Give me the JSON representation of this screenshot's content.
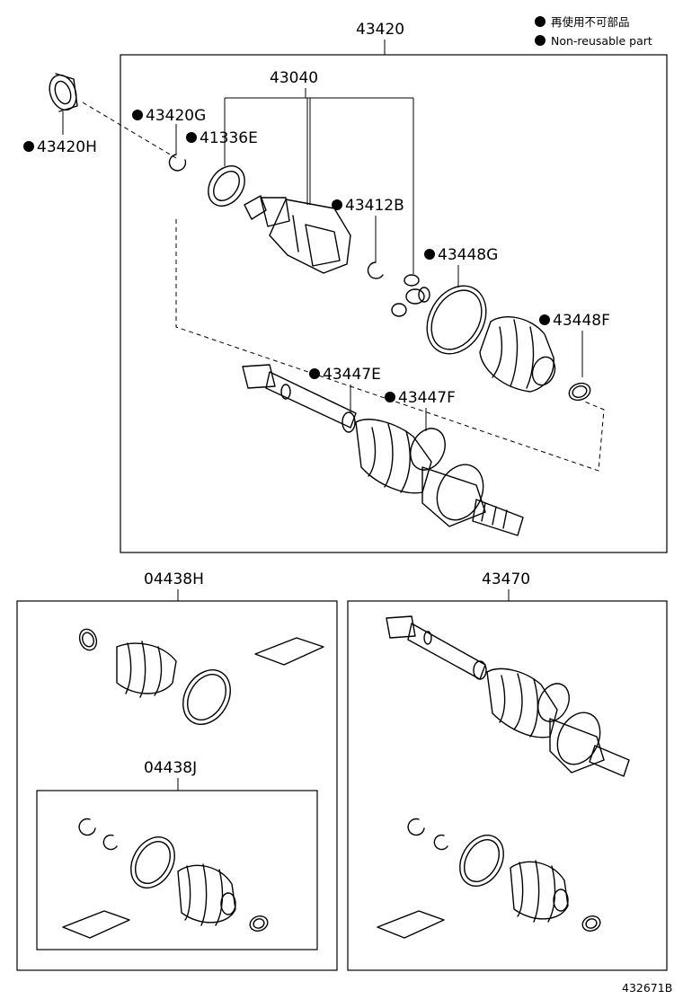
{
  "legend": {
    "line1": "再使用不可部品",
    "line2": "Non-reusable part"
  },
  "parts": {
    "p43420": "43420",
    "p43040": "43040",
    "p43420H": "43420H",
    "p43420G": "43420G",
    "p41336E": "41336E",
    "p43412B": "43412B",
    "p43448G": "43448G",
    "p43448F": "43448F",
    "p43447E": "43447E",
    "p43447F": "43447F",
    "p04438H": "04438H",
    "p43470": "43470",
    "p04438J": "04438J"
  },
  "non_reusable": [
    "43420H",
    "43420G",
    "41336E",
    "43412B",
    "43448G",
    "43448F",
    "43447E",
    "43447F"
  ],
  "diagram_id": "432671B"
}
